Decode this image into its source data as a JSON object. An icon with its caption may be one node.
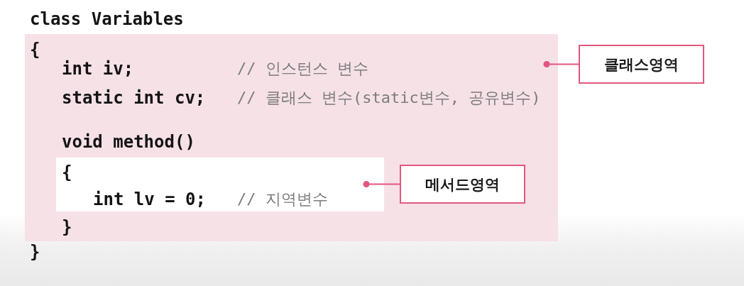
{
  "diagram": {
    "nodes": [
      {
        "text": [
          "class Variables",
          "{",
          "int iv;",
          "// 인스턴스 변수",
          "static int cv;",
          "// 클래스 변수(static변수, 공유변수)",
          "void method()",
          "}"
        ],
        "beside": [
          "}"
        ]
      },
      {
        "text": [
          "{",
          "int lv = 0;",
          "// 지역변수"
        ],
        "in": 0
      },
      {
        "text": [
          "클래스영역"
        ]
      },
      {
        "text": [
          "메서드영역"
        ],
        "in": 0
      }
    ],
    "edges": [
      {
        "from": 2,
        "to": 0,
        "arrow": "other"
      },
      {
        "from": 3,
        "to": 1,
        "arrow": "other"
      }
    ]
  }
}
